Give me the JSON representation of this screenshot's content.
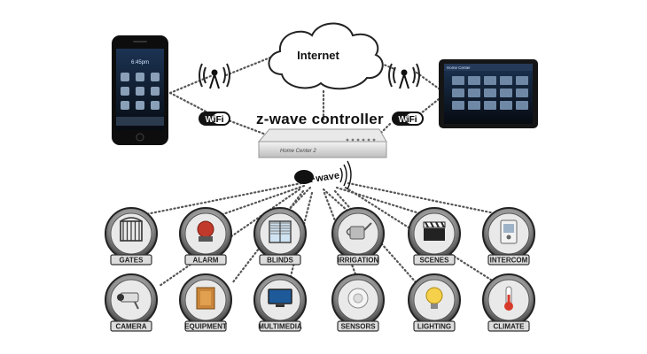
{
  "internet_label": "Internet",
  "controller_label": "z-wave controller",
  "controller_brand": "Home Center 2",
  "zwave_logo_text": "z·wave",
  "wifi_left": "WiFi",
  "wifi_right": "WiFi",
  "phone_time": "6:45pm",
  "tablet_app": "Home Center",
  "devices": [
    {
      "label": "GATES",
      "icon": "gate-icon"
    },
    {
      "label": "ALARM",
      "icon": "siren-icon"
    },
    {
      "label": "BLINDS",
      "icon": "window-blinds-icon"
    },
    {
      "label": "IRRIGATION",
      "icon": "watering-can-icon"
    },
    {
      "label": "SCENES",
      "icon": "clapperboard-icon"
    },
    {
      "label": "INTERCOM",
      "icon": "intercom-icon"
    },
    {
      "label": "CAMERA",
      "icon": "camera-icon"
    },
    {
      "label": "EQUIPMENT",
      "icon": "equipment-icon"
    },
    {
      "label": "MULTIMEDIA",
      "icon": "tv-icon"
    },
    {
      "label": "SENSORS",
      "icon": "sensor-icon"
    },
    {
      "label": "LIGHTING",
      "icon": "bulb-icon"
    },
    {
      "label": "CLIMATE",
      "icon": "thermometer-icon"
    }
  ],
  "colors": {
    "ring": "#2a2a2a",
    "label_bg": "#d9d9d9",
    "device_bg": "#e8e8e8"
  }
}
